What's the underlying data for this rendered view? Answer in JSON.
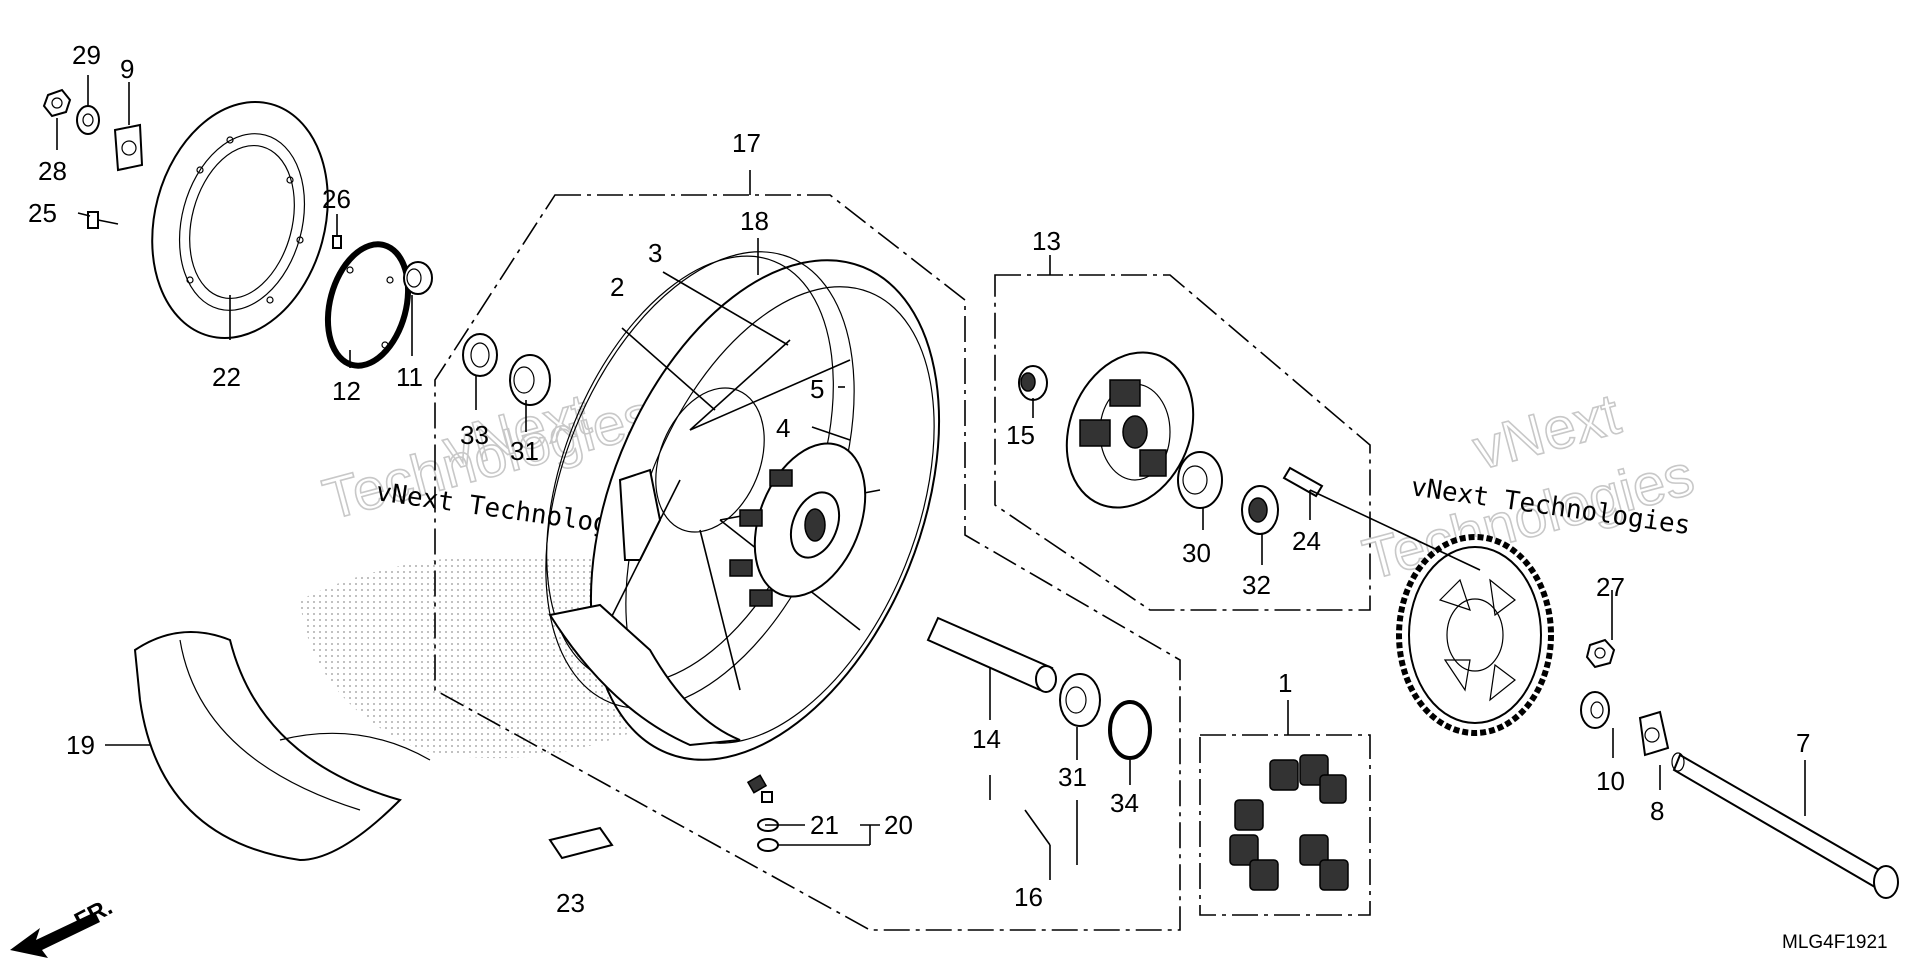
{
  "diagram_code": "MLG4F1921",
  "direction_label": "FR.",
  "watermark": {
    "line1": "vNext",
    "line2": "Technologies",
    "text": "vNext Technologies"
  },
  "callouts": [
    "1",
    "2",
    "3",
    "4",
    "5",
    "7",
    "8",
    "9",
    "10",
    "11",
    "12",
    "13",
    "14",
    "15",
    "16",
    "17",
    "18",
    "19",
    "20",
    "21",
    "22",
    "23",
    "24",
    "25",
    "26",
    "27",
    "28",
    "29",
    "30",
    "31",
    "32",
    "33",
    "34"
  ]
}
